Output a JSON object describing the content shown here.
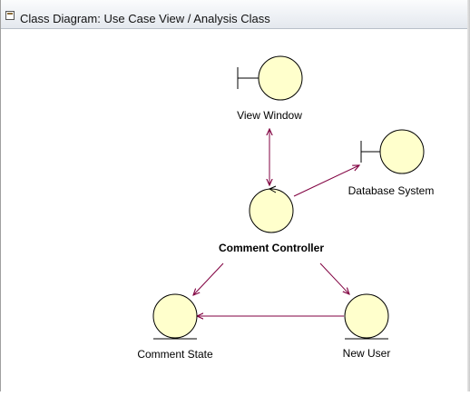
{
  "window": {
    "title": "Class Diagram: Use Case View / Analysis Class"
  },
  "diagram": {
    "colors": {
      "class_fill": "#ffffcc",
      "class_stroke": "#000000",
      "link_stroke": "#800040",
      "label_color": "#000000"
    },
    "classes": [
      {
        "id": "view-window",
        "label": "View Window",
        "stereotype": "boundary"
      },
      {
        "id": "database-system",
        "label": "Database System",
        "stereotype": "boundary"
      },
      {
        "id": "comment-controller",
        "label": "Comment Controller",
        "stereotype": "control"
      },
      {
        "id": "comment-state",
        "label": "Comment State",
        "stereotype": "entity"
      },
      {
        "id": "new-user",
        "label": "New User",
        "stereotype": "entity"
      }
    ],
    "associations": [
      {
        "from": "comment-controller",
        "to": "view-window",
        "navigability": "bidirectional"
      },
      {
        "from": "comment-controller",
        "to": "database-system",
        "navigability": "to"
      },
      {
        "from": "comment-controller",
        "to": "comment-state",
        "navigability": "to"
      },
      {
        "from": "comment-controller",
        "to": "new-user",
        "navigability": "to"
      },
      {
        "from": "new-user",
        "to": "comment-state",
        "navigability": "to"
      }
    ]
  }
}
